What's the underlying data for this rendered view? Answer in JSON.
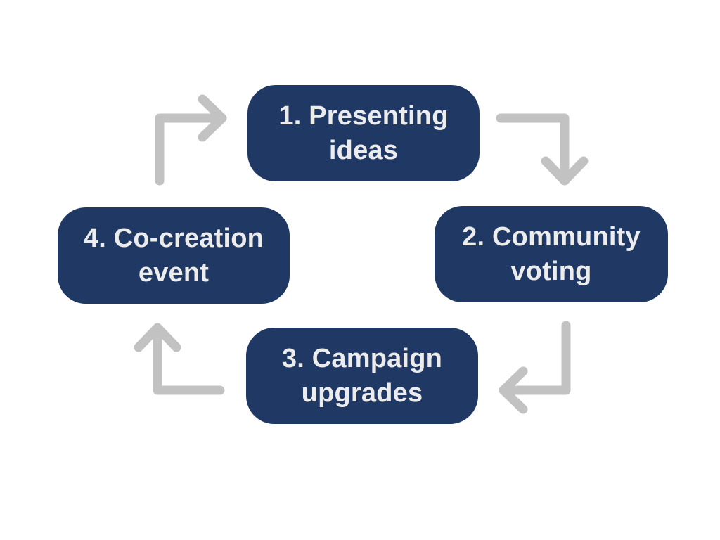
{
  "diagram": {
    "type": "cycle",
    "title": "",
    "steps": [
      {
        "order": 1,
        "label": "1. Presenting ideas",
        "position": "top"
      },
      {
        "order": 2,
        "label": "2. Community voting",
        "position": "right"
      },
      {
        "order": 3,
        "label": "3. Campaign upgrades",
        "position": "bottom"
      },
      {
        "order": 4,
        "label": "4. Co-creation event",
        "position": "left"
      }
    ],
    "arrows": [
      {
        "from": 1,
        "to": 2,
        "direction": "right-then-down"
      },
      {
        "from": 2,
        "to": 3,
        "direction": "down-then-left"
      },
      {
        "from": 3,
        "to": 4,
        "direction": "left-then-up"
      },
      {
        "from": 4,
        "to": 1,
        "direction": "up-then-right"
      }
    ]
  },
  "colors": {
    "background": "#ffffff",
    "box_fill": "#1f3864",
    "box_text": "#ececec",
    "arrow": "#c2c2c2"
  }
}
